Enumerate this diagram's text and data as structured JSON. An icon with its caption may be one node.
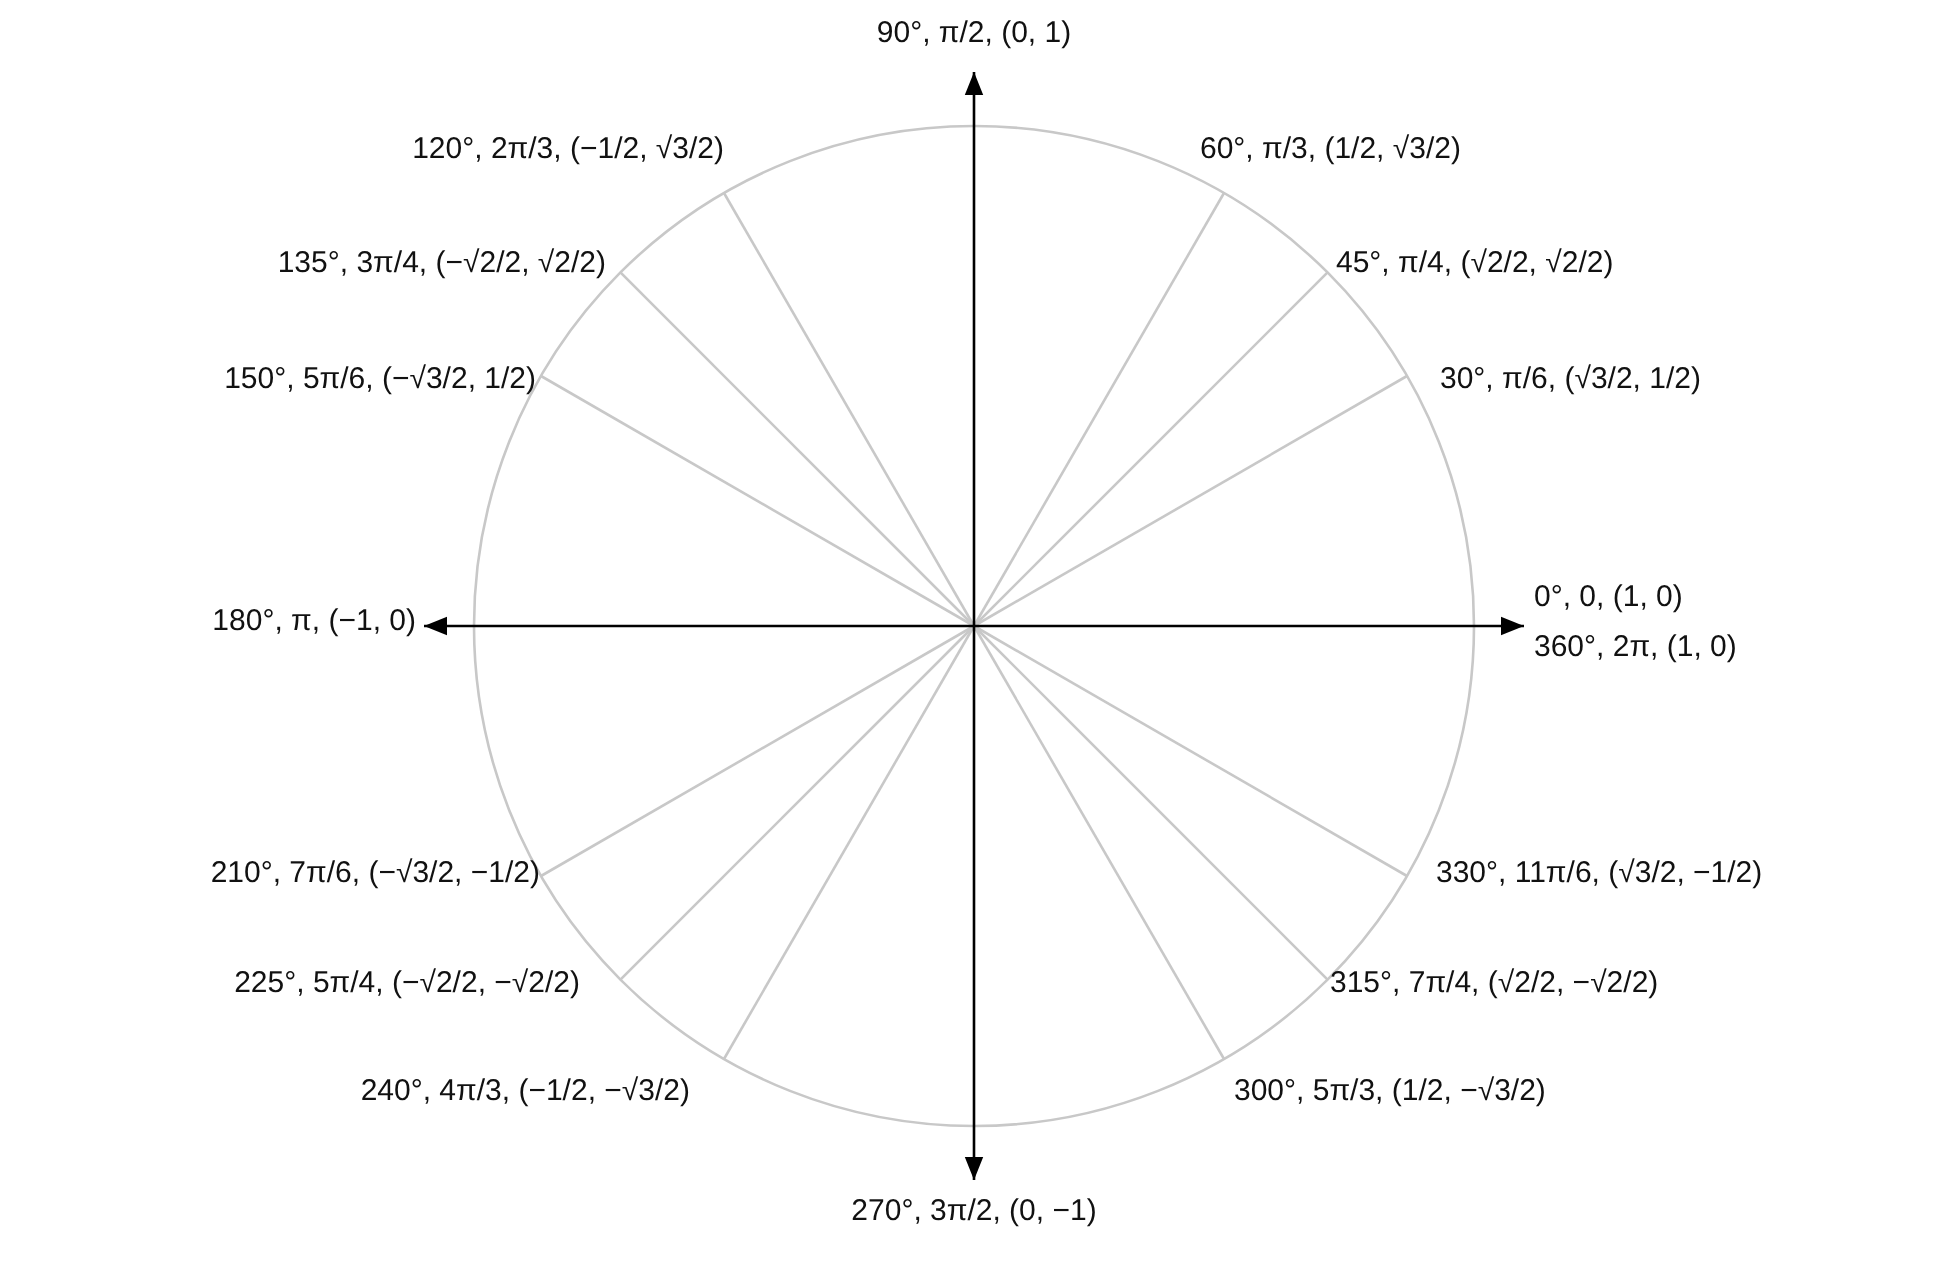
{
  "diagram": {
    "labels": [
      "90°, π/2, (0, 1)",
      "120°, 2π/3, (−1/2, √3/2)",
      "60°, π/3, (1/2, √3/2)",
      "135°, 3π/4, (−√2/2, √2/2)",
      "45°, π/4, (√2/2, √2/2)",
      "150°, 5π/6, (−√3/2, 1/2)",
      "30°, π/6, (√3/2, 1/2)",
      "180°, π, (−1, 0)",
      "0°, 0, (1, 0)",
      "360°, 2π, (1, 0)",
      "210°, 7π/6, (−√3/2, −1/2)",
      "330°, 11π/6, (√3/2, −1/2)",
      "225°, 5π/4, (−√2/2, −√2/2)",
      "315°, 7π/4, (√2/2, −√2/2)",
      "240°, 4π/3, (−1/2, −√3/2)",
      "300°, 5π/3, (1/2, −√3/2)",
      "270°, 3π/2, (0, −1)"
    ]
  }
}
